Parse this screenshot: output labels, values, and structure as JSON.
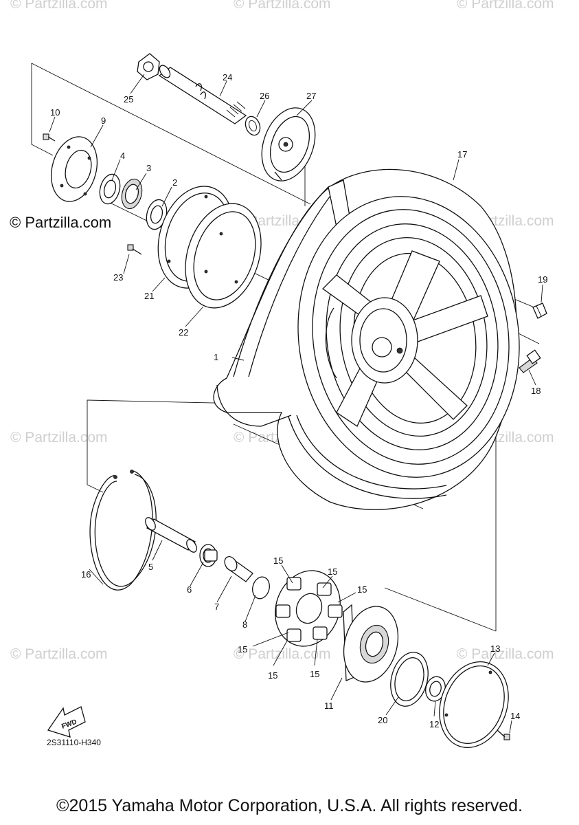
{
  "watermarks": {
    "faint": "© Partzilla.com",
    "main": "© Partzilla.com"
  },
  "diagram_code": "2S31110-H340",
  "fwd_label": "FWD",
  "copyright": "©2015 Yamaha Motor Corporation, U.S.A. All rights reserved.",
  "callouts": [
    {
      "id": "c1",
      "text": "1"
    },
    {
      "id": "c2",
      "text": "2"
    },
    {
      "id": "c3",
      "text": "3"
    },
    {
      "id": "c4",
      "text": "4"
    },
    {
      "id": "c5",
      "text": "5"
    },
    {
      "id": "c6",
      "text": "6"
    },
    {
      "id": "c7",
      "text": "7"
    },
    {
      "id": "c8",
      "text": "8"
    },
    {
      "id": "c9",
      "text": "9"
    },
    {
      "id": "c10",
      "text": "10"
    },
    {
      "id": "c11",
      "text": "11"
    },
    {
      "id": "c12",
      "text": "12"
    },
    {
      "id": "c13",
      "text": "13"
    },
    {
      "id": "c14",
      "text": "14"
    },
    {
      "id": "c15a",
      "text": "15"
    },
    {
      "id": "c15b",
      "text": "15"
    },
    {
      "id": "c15c",
      "text": "15"
    },
    {
      "id": "c15d",
      "text": "15"
    },
    {
      "id": "c15e",
      "text": "15"
    },
    {
      "id": "c15f",
      "text": "15"
    },
    {
      "id": "c16",
      "text": "16"
    },
    {
      "id": "c17",
      "text": "17"
    },
    {
      "id": "c18",
      "text": "18"
    },
    {
      "id": "c19",
      "text": "19"
    },
    {
      "id": "c20",
      "text": "20"
    },
    {
      "id": "c21",
      "text": "21"
    },
    {
      "id": "c22",
      "text": "22"
    },
    {
      "id": "c23",
      "text": "23"
    },
    {
      "id": "c24",
      "text": "24"
    },
    {
      "id": "c25",
      "text": "25"
    },
    {
      "id": "c26",
      "text": "26"
    },
    {
      "id": "c27",
      "text": "27"
    }
  ]
}
